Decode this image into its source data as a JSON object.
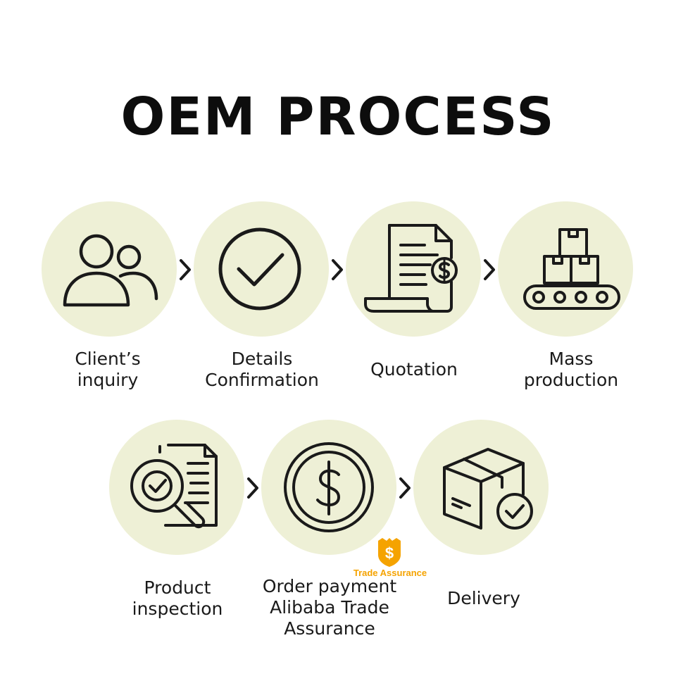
{
  "title": "OEM PROCESS",
  "steps": [
    {
      "id": "clients-inquiry",
      "lines": [
        "Client’s",
        "inquiry"
      ],
      "icon": "users-icon"
    },
    {
      "id": "details-confirmation",
      "lines": [
        "Details",
        "Confirmation"
      ],
      "icon": "check-circle-icon"
    },
    {
      "id": "quotation",
      "lines": [
        "Quotation"
      ],
      "icon": "invoice-dollar-icon"
    },
    {
      "id": "mass-production",
      "lines": [
        "Mass",
        "production"
      ],
      "icon": "conveyor-boxes-icon"
    },
    {
      "id": "product-inspection",
      "lines": [
        "Product",
        "inspection"
      ],
      "icon": "document-magnifier-check-icon"
    },
    {
      "id": "order-payment",
      "lines": [
        "Order payment",
        "Alibaba Trade",
        "Assurance"
      ],
      "icon": "dollar-coin-icon"
    },
    {
      "id": "delivery",
      "lines": [
        "Delivery"
      ],
      "icon": "package-check-icon"
    }
  ],
  "badge": {
    "text": "Trade Assurance",
    "icon": "trade-assurance-shield-icon"
  },
  "colors": {
    "circle_fill": "#eef0d6",
    "stroke": "#1a1a1a",
    "badge": "#f5a300",
    "background": "#ffffff"
  }
}
